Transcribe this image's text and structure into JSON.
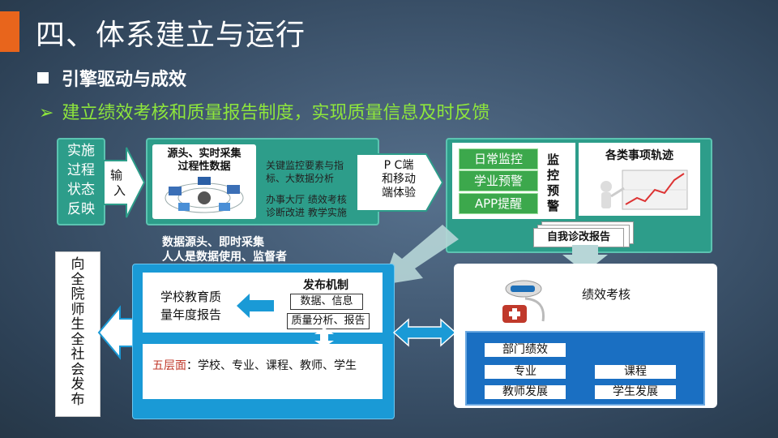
{
  "header": {
    "title": "四、体系建立与运行",
    "subtitle": "引擎驱动与成效",
    "bullet": "建立绩效考核和质量报告制度，实现质量信息及时反馈"
  },
  "top_left": {
    "side_label": [
      "实施",
      "过程",
      "状态",
      "反映"
    ],
    "input_label": [
      "输",
      "入"
    ],
    "source_title": [
      "源头、实时采集",
      "过程性数据"
    ],
    "right_text1": [
      "关键监控要素与指",
      "标、大数据分析"
    ],
    "right_text2": [
      "办事大厅  绩效考核",
      "诊断改进  教学实施"
    ],
    "pc_label": [
      "P C端",
      "和移动",
      "端体验"
    ]
  },
  "top_right": {
    "buttons": [
      "日常监控",
      "学业预警",
      "APP提醒"
    ],
    "monitor_label": [
      "监",
      "控",
      "预",
      "警"
    ],
    "track_title": "各类事项轨迹",
    "report_label": "自我诊改报告"
  },
  "middle": {
    "caption": [
      "数据源头、即时采集",
      "人人是数据使用、监督者"
    ]
  },
  "bottom_left": {
    "vertical_label": [
      "向",
      "全",
      "院",
      "师",
      "生",
      "全",
      "社",
      "会",
      "发",
      "布"
    ],
    "report_box": [
      "学校教育质",
      "量年度报告"
    ],
    "publish_title": "发布机制",
    "publish_items": [
      "数据、信息",
      "质量分析、报告"
    ],
    "levels_label": "五层面",
    "levels_text": "：学校、专业、课程、教师、学生"
  },
  "bottom_right": {
    "title": "绩效考核",
    "items": [
      "部门绩效",
      "专业",
      "课程",
      "教师发展",
      "学生发展"
    ]
  },
  "colors": {
    "accent": "#e8651c",
    "green": "#2d9d8a",
    "blue": "#1a9ad6",
    "bullet": "#8ee63c"
  }
}
